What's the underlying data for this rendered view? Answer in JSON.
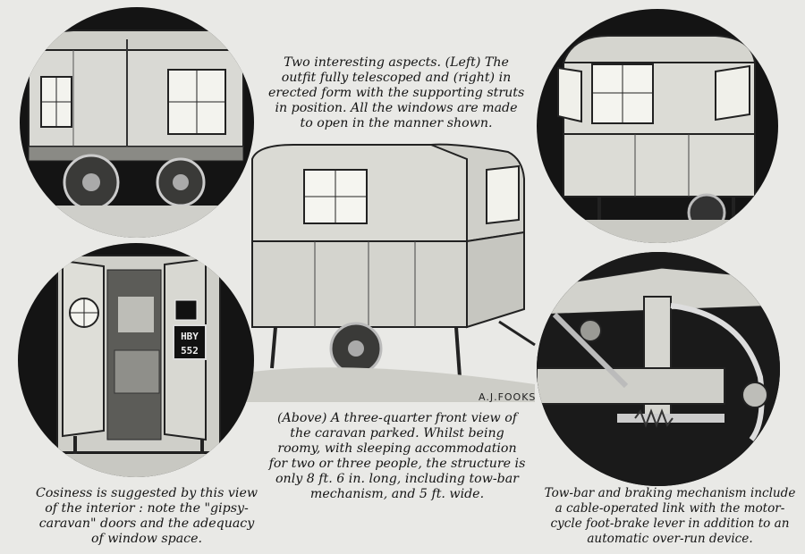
{
  "captions": {
    "top_center": [
      "Two interesting aspects.   (Left) The",
      "outfit fully telescoped and (right) in",
      "erected form with the supporting struts",
      "in position.  All the windows are made",
      "to open in the manner shown."
    ],
    "middle_center": [
      "(Above) A three-quarter front view of",
      "the caravan parked.   Whilst being",
      "roomy, with sleeping accommodation",
      "for two or three people, the structure is",
      "only 8 ft. 6 in. long, including tow-bar",
      "mechanism, and 5 ft. wide."
    ],
    "bottom_left": [
      "Cosiness is suggested by this view",
      "of the interior :  note the \"gipsy-",
      "caravan\" doors and the adequacy",
      "of window space."
    ],
    "bottom_right": [
      "Tow-bar and braking mechanism include",
      "a cable-operated link with the motor-",
      "cycle foot-brake lever in addition to an",
      "automatic over-run device."
    ]
  },
  "artist_signature": "A.J.FOOKS",
  "registration_plate": {
    "line1": "HBY",
    "line2": "552"
  }
}
